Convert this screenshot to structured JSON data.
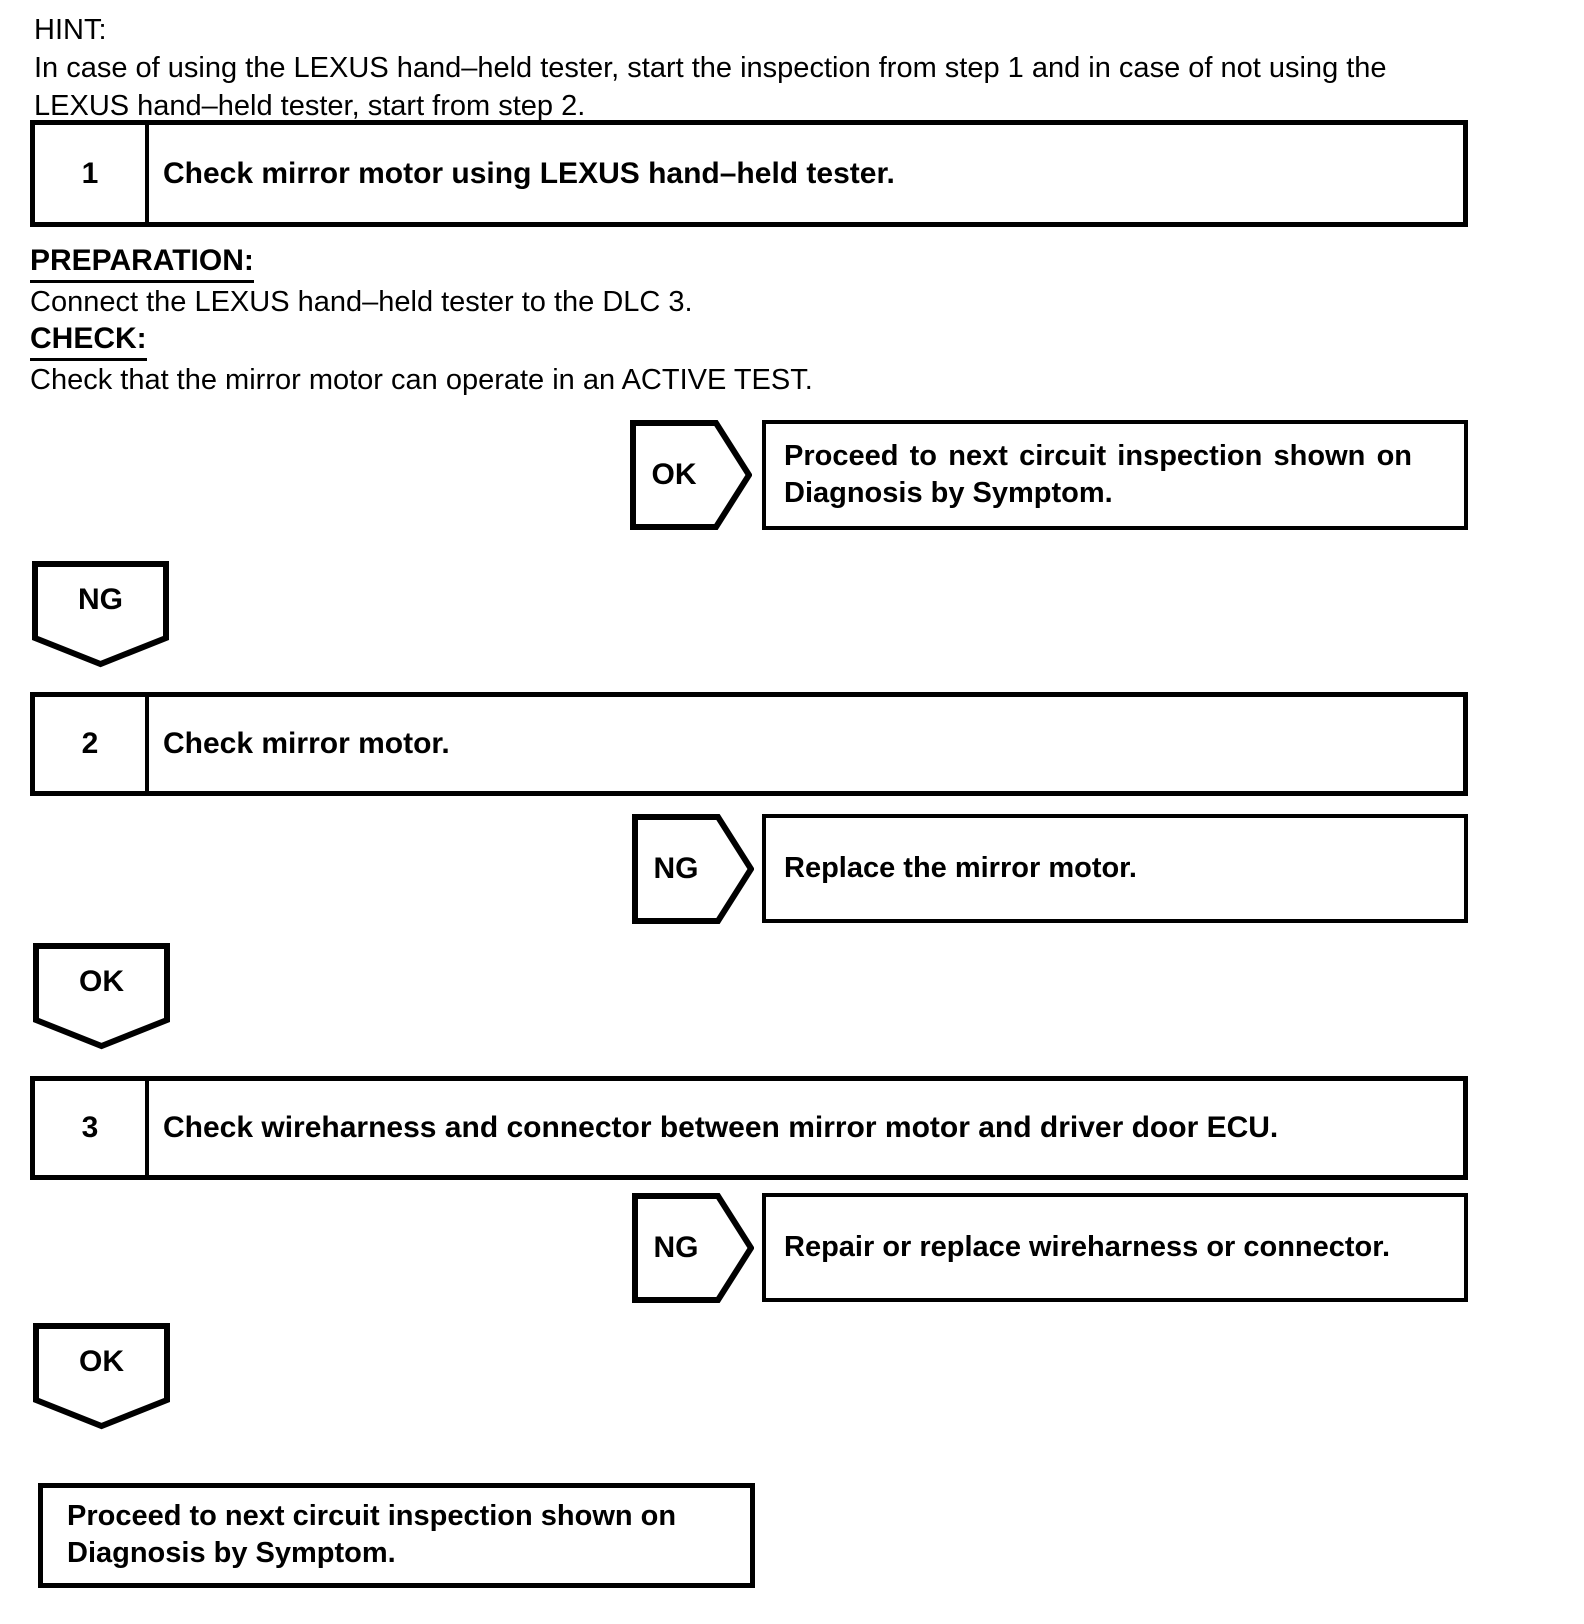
{
  "page": {
    "background": "#ffffff",
    "ink": "#000000"
  },
  "hint": {
    "label": "HINT:",
    "line1": "In case of using the LEXUS hand–held tester, start the inspection from step 1 and in case of not using the",
    "line2": "LEXUS hand–held tester, start from step 2."
  },
  "steps": [
    {
      "number": "1",
      "title": "Check mirror motor using LEXUS hand–held tester."
    },
    {
      "number": "2",
      "title": "Check mirror motor."
    },
    {
      "number": "3",
      "title": "Check wireharness and connector between mirror motor and driver door ECU."
    }
  ],
  "preparation": {
    "heading": "PREPARATION:",
    "body": "Connect the LEXUS hand–held tester to the DLC 3.",
    "check_heading": "CHECK:",
    "check_body": "Check that the mirror motor can operate in an ACTIVE TEST."
  },
  "branches": [
    {
      "label": "OK",
      "line1": "Proceed to next circuit inspection shown on",
      "line2": "Diagnosis by Symptom."
    },
    {
      "label": "NG",
      "result": "Replace the mirror motor."
    },
    {
      "label": "NG",
      "result": "Repair or replace wireharness or connector."
    }
  ],
  "connectors": [
    {
      "label": "NG"
    },
    {
      "label": "OK"
    },
    {
      "label": "OK"
    }
  ],
  "final_box": {
    "line1": "Proceed to next circuit inspection shown on",
    "line2": "Diagnosis by Symptom."
  }
}
